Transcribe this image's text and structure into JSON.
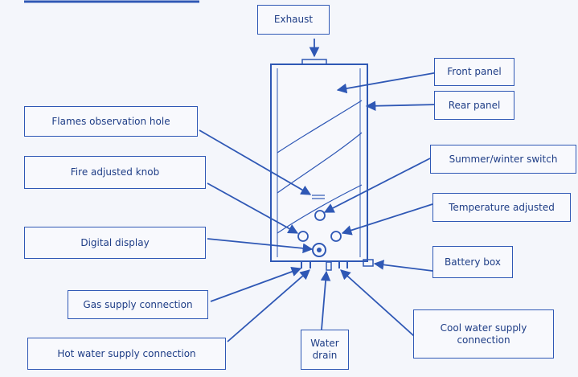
{
  "diagram": {
    "labels": {
      "exhaust": "Exhaust",
      "front_panel": "Front panel",
      "rear_panel": "Rear panel",
      "flames_observation_hole": "Flames observation hole",
      "summer_winter_switch": "Summer/winter switch",
      "fire_adjusted_knob": "Fire adjusted knob",
      "temperature_adjusted": "Temperature adjusted",
      "digital_display": "Digital display",
      "battery_box": "Battery box",
      "gas_supply_connection": "Gas supply connection",
      "hot_water_supply_connection": "Hot water supply connection",
      "water_drain": "Water\ndrain",
      "cool_water_supply_connection": "Cool water supply\nconnection"
    },
    "colors": {
      "line": "#2f58b5",
      "box_border": "#2f58b5",
      "text": "#1e3d86",
      "background": "#f4f6fb"
    }
  }
}
